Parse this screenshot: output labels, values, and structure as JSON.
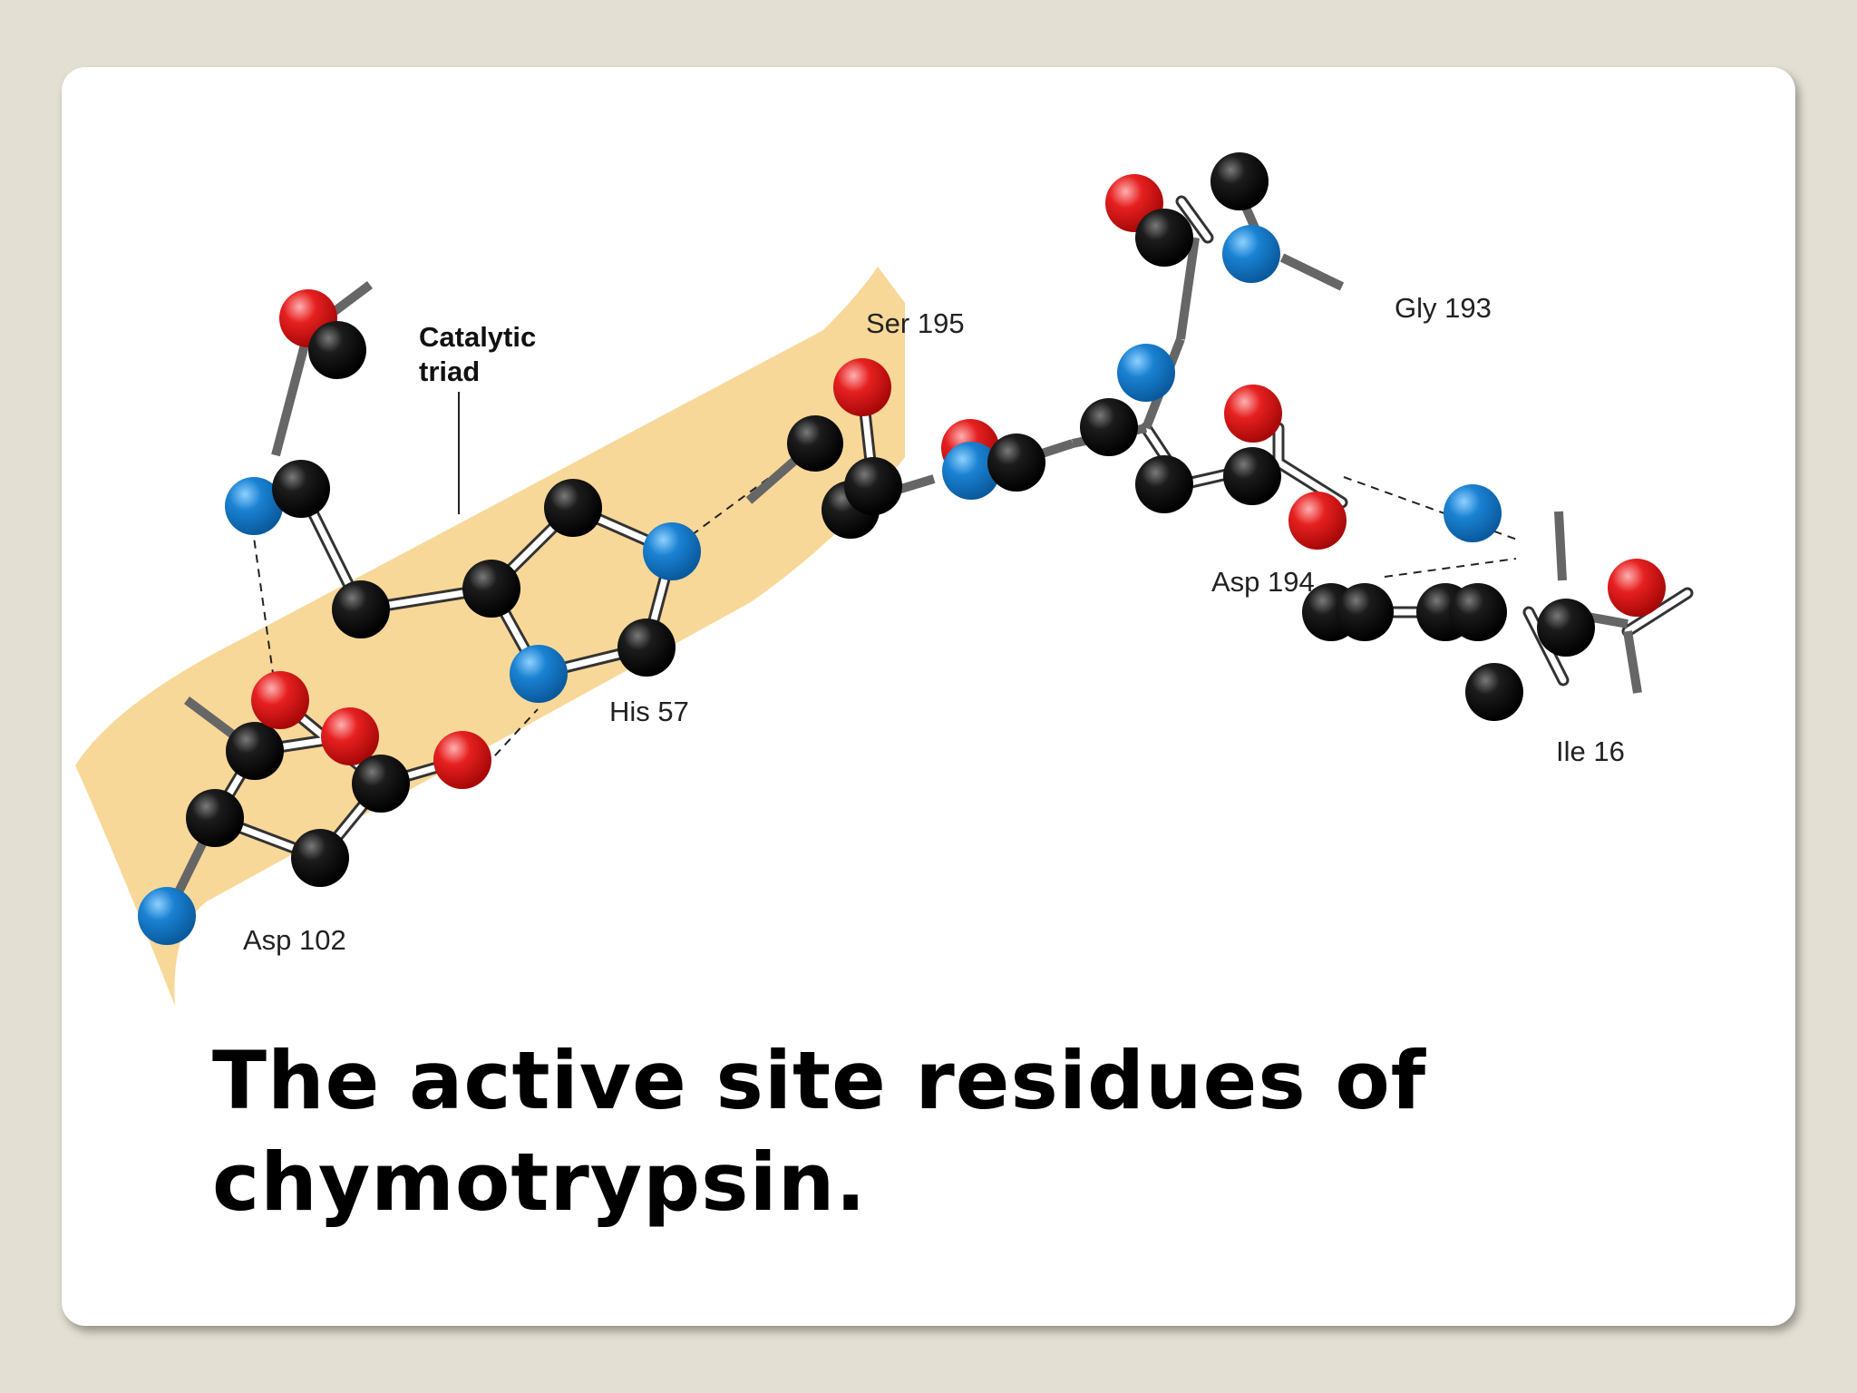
{
  "slide": {
    "caption_line1": "The active site residues of",
    "caption_line2": "chymotrypsin."
  },
  "diagram": {
    "catalytic_label_line1": "Catalytic",
    "catalytic_label_line2": "triad",
    "residues": {
      "ser195": "Ser 195",
      "his57": "His 57",
      "asp102": "Asp 102",
      "gly193": "Gly 193",
      "asp194": "Asp 194",
      "ile16": "Ile 16"
    },
    "colors": {
      "band": "#f8d898",
      "carbon": "#111111",
      "nitrogen": "#1479c8",
      "oxygen": "#e21c1c",
      "bond": "#6a6a6a"
    }
  }
}
